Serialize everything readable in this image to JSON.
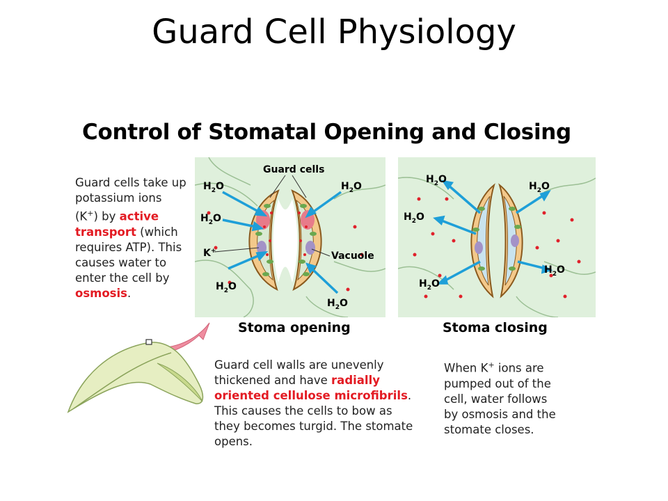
{
  "slide_title": "Guard Cell Physiology",
  "figure_title": "Control of Stomatal Opening and Closing",
  "left_text": {
    "part1": "Guard cells take up potassium ions (K",
    "sup": "+",
    "part2": ") by ",
    "highlight1": "active transport",
    "part3": " (which requires ATP).  This causes water to enter the cell by ",
    "highlight2": "osmosis",
    "part4": "."
  },
  "opening_panel": {
    "label_guard_cells": "Guard cells",
    "label_vacuole": "Vacuole",
    "label_h2o": "H",
    "label_h2o_sub": "2",
    "label_h2o_end": "O",
    "label_k": "K",
    "label_k_sup": "+",
    "caption": "Stoma opening"
  },
  "closing_panel": {
    "caption": "Stoma closing"
  },
  "bottom_middle_text": {
    "part1": "Guard cell walls are unevenly thickened and have ",
    "highlight": "radially oriented cellulose microfibrils",
    "part2": ". This causes the cells to bow as they  becomes turgid.  The stomate opens."
  },
  "bottom_right_text": {
    "part1": "When K",
    "sup": "+",
    "part2": " ions are pumped out of the cell, water follows by osmosis and the stomate closes."
  },
  "colors": {
    "panel_bg": "#dff0dc",
    "guard_wall": "#f3c98b",
    "guard_wall_stroke": "#8a5a1e",
    "vacuole": "#c9e3ee",
    "dots": "#e0212b",
    "chloroplast": "#6aa84f",
    "arrow": "#1e9fd8",
    "highlight_text": "#e31b23"
  }
}
